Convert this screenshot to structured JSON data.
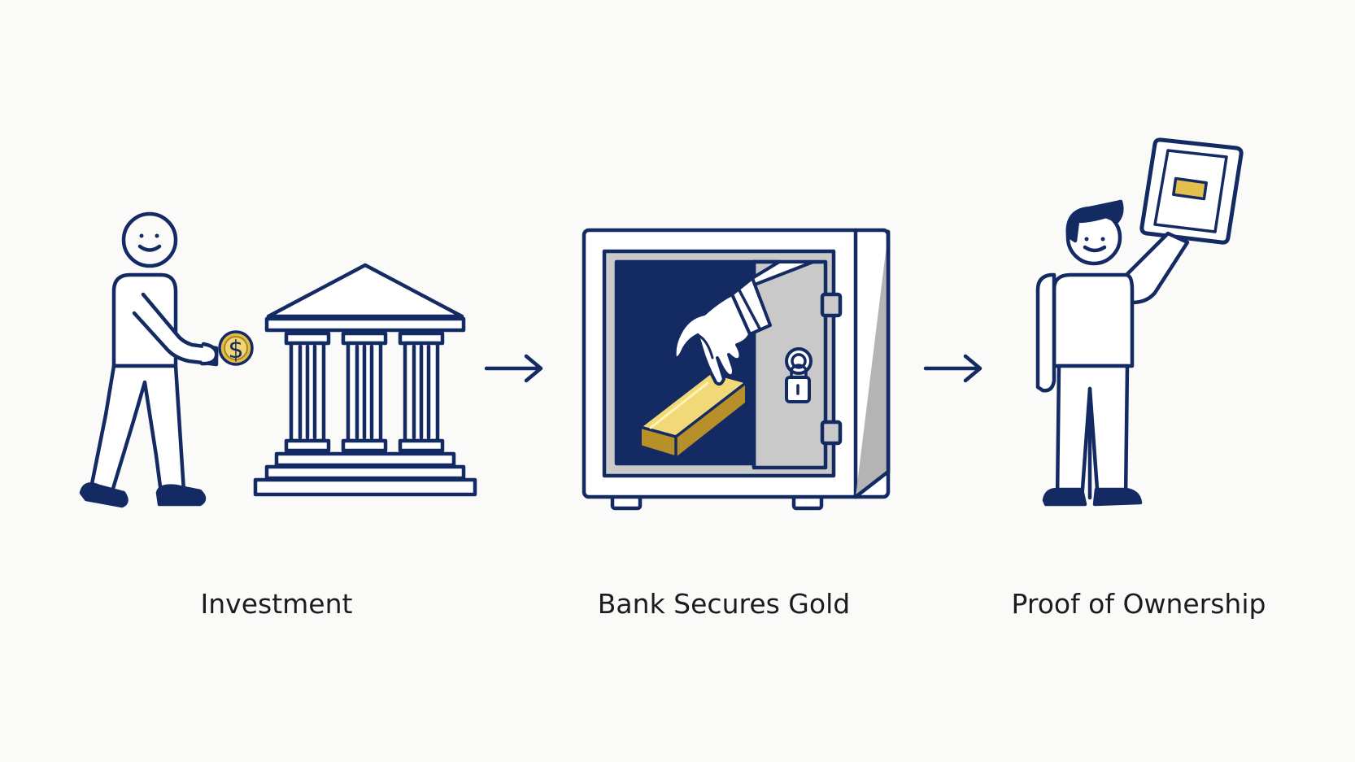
{
  "colors": {
    "ink": "#132a63",
    "gold": "#d9b43c",
    "gold_light": "#f1d978",
    "steel": "#c9c9c9",
    "steel_dark": "#b4b4b4",
    "background": "#fafaf8",
    "text": "#1c1c1c"
  },
  "steps": [
    {
      "label": "Investment",
      "icons": [
        "person-icon",
        "coin-icon",
        "bank-icon"
      ]
    },
    {
      "label": "Bank Secures Gold",
      "icons": [
        "vault-safe-icon",
        "hand-icon",
        "gold-bar-icon",
        "padlock-icon"
      ]
    },
    {
      "label": "Proof of Ownership",
      "icons": [
        "person-icon",
        "certificate-icon"
      ]
    }
  ],
  "connectors": [
    "arrow-right-icon",
    "arrow-right-icon"
  ],
  "coin_symbol": "$"
}
